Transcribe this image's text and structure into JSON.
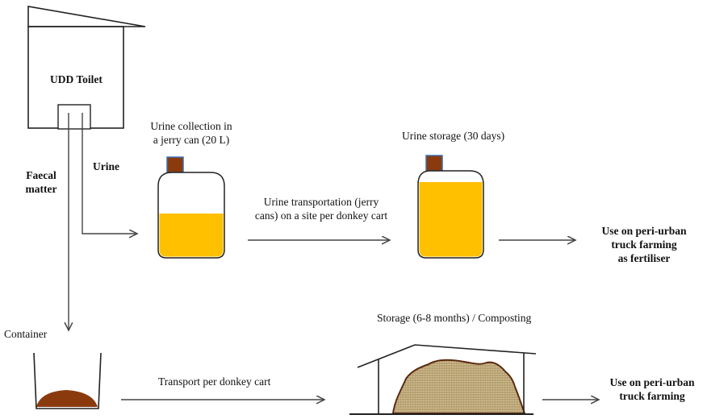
{
  "labels": {
    "toilet": "UDD Toilet",
    "urine": "Urine",
    "faecal_line1": "Faecal",
    "faecal_line2": "matter",
    "urine_collection_line1": "Urine collection in",
    "urine_collection_line2": "a jerry can (20 L)",
    "urine_transport_line1": "Urine transportation (jerry",
    "urine_transport_line2": "cans) on a site per donkey cart",
    "urine_storage": "Urine storage (30 days)",
    "use_fertiliser_line1": "Use on peri-urban",
    "use_fertiliser_line2": "truck farming",
    "use_fertiliser_line3": "as fertiliser",
    "container": "Container",
    "transport_cart": "Transport per donkey cart",
    "storage_composting": "Storage (6-8 months) / Composting",
    "use_farming_line1": "Use on peri-urban",
    "use_farming_line2": "truck farming"
  },
  "colors": {
    "urine_fill": "#FFC000",
    "cap": "#8B3A0E",
    "cap_border": "#3A6FB0",
    "faeces": "#8B3A0E",
    "compost": "#C8B48A",
    "line": "#444444"
  }
}
